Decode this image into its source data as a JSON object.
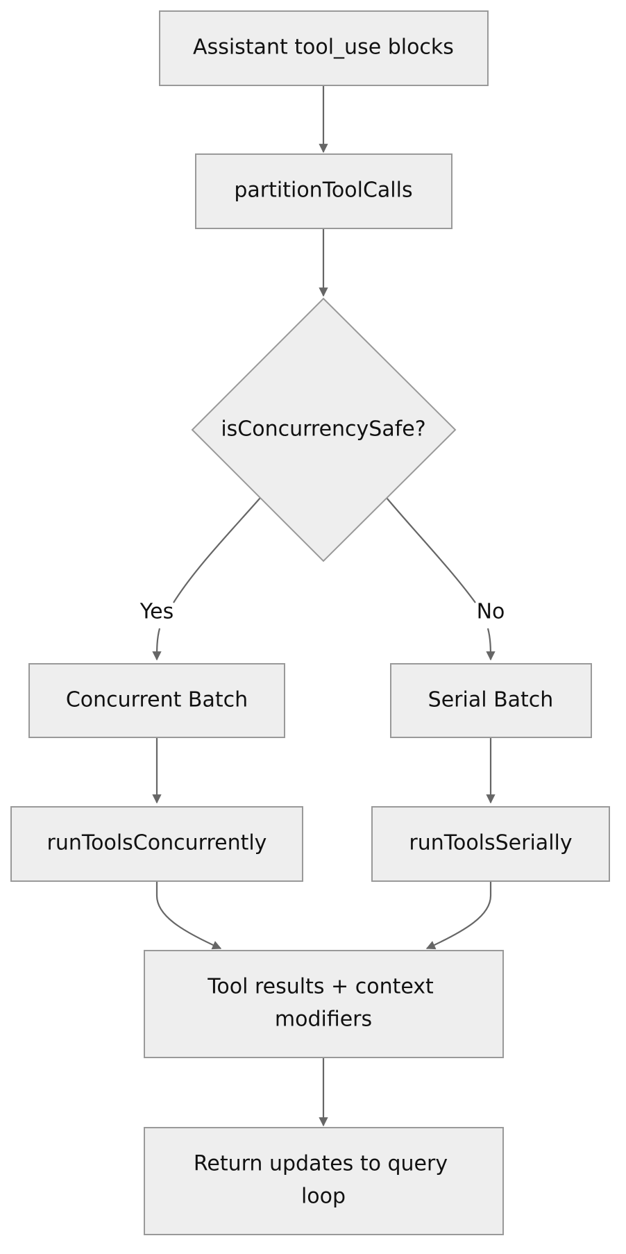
{
  "diagram": {
    "nodes": {
      "tool_use_blocks": {
        "label": "Assistant tool_use blocks"
      },
      "partition": {
        "label": "partitionToolCalls"
      },
      "decision": {
        "label": "isConcurrencySafe?"
      },
      "concurrent_batch": {
        "label": "Concurrent Batch"
      },
      "serial_batch": {
        "label": "Serial Batch"
      },
      "run_concurrently": {
        "label": "runToolsConcurrently"
      },
      "run_serially": {
        "label": "runToolsSerially"
      },
      "results": {
        "line1": "Tool results + context",
        "line2": "modifiers"
      },
      "return_updates": {
        "line1": "Return updates to query",
        "line2": "loop"
      }
    },
    "edges": {
      "yes_label": "Yes",
      "no_label": "No"
    },
    "colors": {
      "node_fill": "#eeeeee",
      "node_stroke": "#999999",
      "edge": "#666666",
      "text": "#111111"
    }
  }
}
